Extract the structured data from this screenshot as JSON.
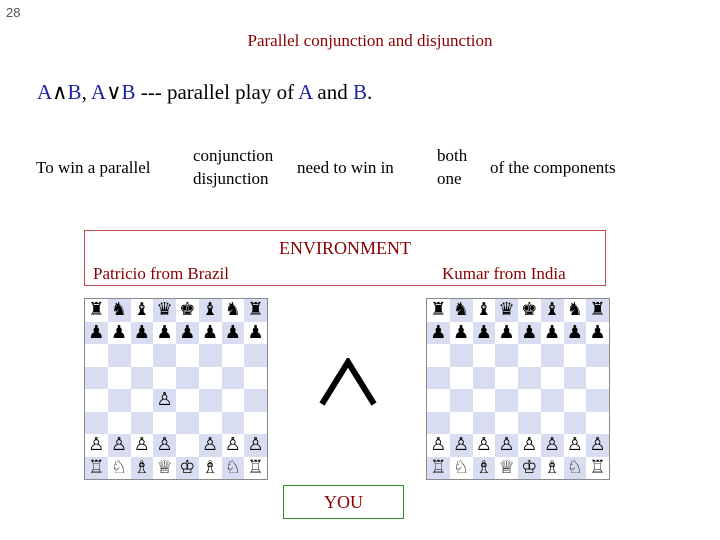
{
  "slide_number": "28",
  "title": "Parallel conjunction and disjunction",
  "expression": {
    "a1": "A",
    "and_op": "∧",
    "b1": "B",
    "sep": ", ",
    "a2": "A",
    "or_op": "∨",
    "b2": "B",
    "text1": " --- parallel play of ",
    "a3": "A",
    "text2": " and ",
    "b3": "B",
    "period": "."
  },
  "sentence": {
    "part1": "To win a parallel",
    "option_top": "conjunction",
    "option_bottom": "disjunction",
    "part2": "need to win  in",
    "quant_top": "both",
    "quant_bottom": "one",
    "part3": "of the  components"
  },
  "environment": {
    "label": "ENVIRONMENT",
    "left_player": "Patricio from Brazil",
    "right_player": "Kumar from India"
  },
  "operator_symbol": "∧",
  "you_label": "YOU",
  "colors": {
    "title": "#8b0000",
    "blue_text": "#1f1f9f",
    "environment_border": "#c0504d",
    "you_border": "#2e8b2e",
    "dark_square": "#d9ddf2"
  },
  "boards": {
    "left": [
      [
        "♜",
        "♞",
        "♝",
        "♛",
        "♚",
        "♝",
        "♞",
        "♜"
      ],
      [
        "♟",
        "♟",
        "♟",
        "♟",
        "♟",
        "♟",
        "♟",
        "♟"
      ],
      [
        "",
        "",
        "",
        "",
        "",
        "",
        "",
        ""
      ],
      [
        "",
        "",
        "",
        "",
        "",
        "",
        "",
        ""
      ],
      [
        "",
        "",
        "",
        "♙",
        "",
        "",
        "",
        ""
      ],
      [
        "",
        "",
        "",
        "",
        "",
        "",
        "",
        ""
      ],
      [
        "♙",
        "♙",
        "♙",
        "♙",
        "",
        "♙",
        "♙",
        "♙"
      ],
      [
        "♖",
        "♘",
        "♗",
        "♕",
        "♔",
        "♗",
        "♘",
        "♖"
      ]
    ],
    "right": [
      [
        "♜",
        "♞",
        "♝",
        "♛",
        "♚",
        "♝",
        "♞",
        "♜"
      ],
      [
        "♟",
        "♟",
        "♟",
        "♟",
        "♟",
        "♟",
        "♟",
        "♟"
      ],
      [
        "",
        "",
        "",
        "",
        "",
        "",
        "",
        ""
      ],
      [
        "",
        "",
        "",
        "",
        "",
        "",
        "",
        ""
      ],
      [
        "",
        "",
        "",
        "",
        "",
        "",
        "",
        ""
      ],
      [
        "",
        "",
        "",
        "",
        "",
        "",
        "",
        ""
      ],
      [
        "♙",
        "♙",
        "♙",
        "♙",
        "♙",
        "♙",
        "♙",
        "♙"
      ],
      [
        "♖",
        "♘",
        "♗",
        "♕",
        "♔",
        "♗",
        "♘",
        "♖"
      ]
    ]
  }
}
